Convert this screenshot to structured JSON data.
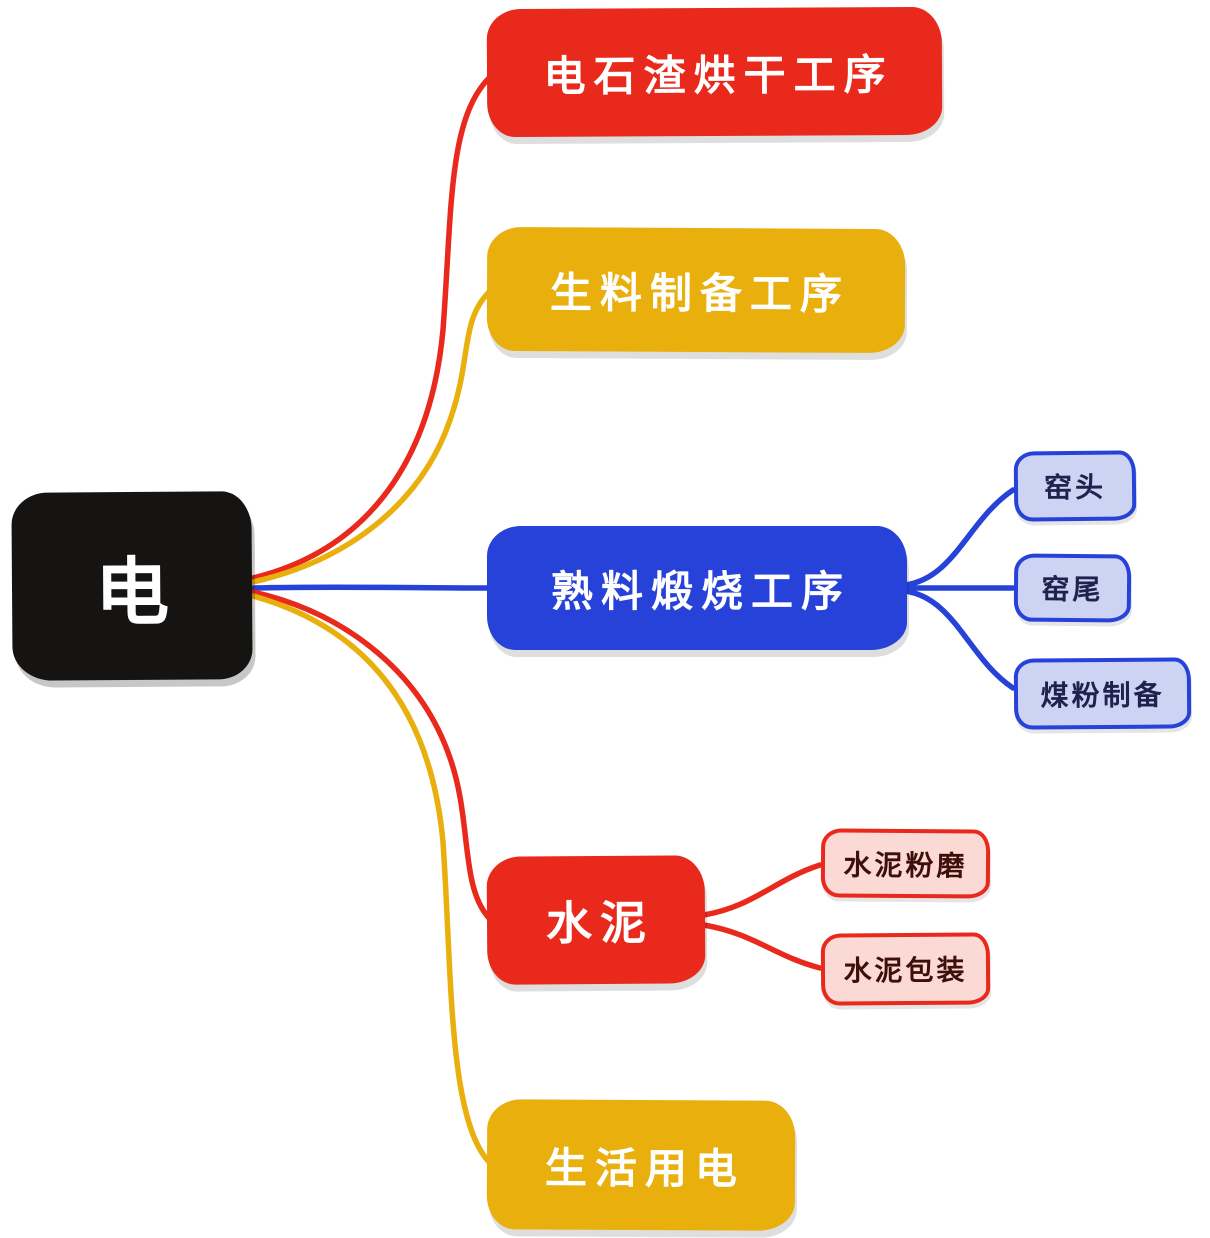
{
  "diagram": {
    "root": {
      "label": "电",
      "color": "#161412",
      "text_color": "#ffffff"
    },
    "branches": [
      {
        "label": "电石渣烘干工序",
        "color": "#e8291c",
        "edge_color": "#e8291c",
        "children": []
      },
      {
        "label": "生料制备工序",
        "color": "#e9af0d",
        "edge_color": "#e9af0d",
        "children": []
      },
      {
        "label": "熟料煅烧工序",
        "color": "#2742d8",
        "edge_color": "#2742d8",
        "children": [
          {
            "label": "窑头",
            "fill": "#ccd3f3",
            "border": "#2742d8"
          },
          {
            "label": "窑尾",
            "fill": "#ccd3f3",
            "border": "#2742d8"
          },
          {
            "label": "煤粉制备",
            "fill": "#ccd3f3",
            "border": "#2742d8"
          }
        ]
      },
      {
        "label": "水泥",
        "color": "#e8291c",
        "edge_color": "#e8291c",
        "children": [
          {
            "label": "水泥粉磨",
            "fill": "#fbdad6",
            "border": "#e8291c"
          },
          {
            "label": "水泥包装",
            "fill": "#fbdad6",
            "border": "#e8291c"
          }
        ]
      },
      {
        "label": "生活用电",
        "color": "#e9af0d",
        "edge_color": "#e9af0d",
        "children": []
      }
    ]
  }
}
